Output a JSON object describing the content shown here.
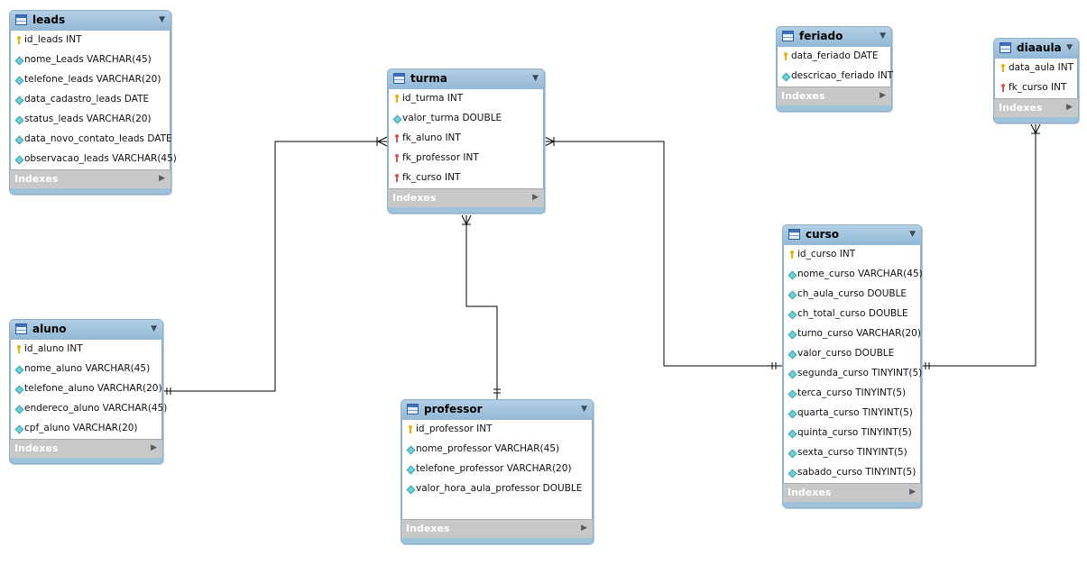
{
  "tables": {
    "leads": {
      "name": "leads",
      "columns": [
        {
          "label": "id_leads INT",
          "key": "pk"
        },
        {
          "label": "nome_Leads VARCHAR(45)",
          "key": "col"
        },
        {
          "label": "telefone_leads VARCHAR(20)",
          "key": "col"
        },
        {
          "label": "data_cadastro_leads DATE",
          "key": "col"
        },
        {
          "label": "status_leads VARCHAR(20)",
          "key": "col"
        },
        {
          "label": "data_novo_contato_leads DATE",
          "key": "col"
        },
        {
          "label": "observacao_leads VARCHAR(45)",
          "key": "col"
        }
      ],
      "indexes": "Indexes"
    },
    "turma": {
      "name": "turma",
      "columns": [
        {
          "label": "id_turma INT",
          "key": "pk"
        },
        {
          "label": "valor_turma DOUBLE",
          "key": "col"
        },
        {
          "label": "fk_aluno INT",
          "key": "fk"
        },
        {
          "label": "fk_professor INT",
          "key": "fk"
        },
        {
          "label": "fk_curso INT",
          "key": "fk"
        }
      ],
      "indexes": "Indexes"
    },
    "feriado": {
      "name": "feriado",
      "columns": [
        {
          "label": "data_feriado DATE",
          "key": "pk"
        },
        {
          "label": "descricao_feriado INT",
          "key": "col"
        }
      ],
      "indexes": "Indexes"
    },
    "diaaula": {
      "name": "diaaula",
      "columns": [
        {
          "label": "data_aula INT",
          "key": "pk"
        },
        {
          "label": "fk_curso INT",
          "key": "fk"
        }
      ],
      "indexes": "Indexes"
    },
    "aluno": {
      "name": "aluno",
      "columns": [
        {
          "label": "id_aluno INT",
          "key": "pk"
        },
        {
          "label": "nome_aluno VARCHAR(45)",
          "key": "col"
        },
        {
          "label": "telefone_aluno VARCHAR(20)",
          "key": "col"
        },
        {
          "label": "endereco_aluno VARCHAR(45)",
          "key": "col"
        },
        {
          "label": "cpf_aluno VARCHAR(20)",
          "key": "col"
        }
      ],
      "indexes": "Indexes"
    },
    "professor": {
      "name": "professor",
      "columns": [
        {
          "label": "id_professor INT",
          "key": "pk"
        },
        {
          "label": "nome_professor VARCHAR(45)",
          "key": "col"
        },
        {
          "label": "telefone_professor VARCHAR(20)",
          "key": "col"
        },
        {
          "label": "valor_hora_aula_professor DOUBLE",
          "key": "col"
        }
      ],
      "indexes": "Indexes"
    },
    "curso": {
      "name": "curso",
      "columns": [
        {
          "label": "id_curso INT",
          "key": "pk"
        },
        {
          "label": "nome_curso VARCHAR(45)",
          "key": "col"
        },
        {
          "label": "ch_aula_curso DOUBLE",
          "key": "col"
        },
        {
          "label": "ch_total_curso DOUBLE",
          "key": "col"
        },
        {
          "label": "turno_curso VARCHAR(20)",
          "key": "col"
        },
        {
          "label": "valor_curso DOUBLE",
          "key": "col"
        },
        {
          "label": "segunda_curso TINYINT(5)",
          "key": "col"
        },
        {
          "label": "terca_curso TINYINT(5)",
          "key": "col"
        },
        {
          "label": "quarta_curso TINYINT(5)",
          "key": "col"
        },
        {
          "label": "quinta_curso TINYINT(5)",
          "key": "col"
        },
        {
          "label": "sexta_curso TINYINT(5)",
          "key": "col"
        },
        {
          "label": "sabado_curso TINYINT(5)",
          "key": "col"
        }
      ],
      "indexes": "Indexes"
    }
  },
  "relationships": [
    {
      "from": "aluno",
      "to": "turma",
      "from_card": "one",
      "to_card": "many"
    },
    {
      "from": "professor",
      "to": "turma",
      "from_card": "one",
      "to_card": "many"
    },
    {
      "from": "curso",
      "to": "turma",
      "from_card": "one",
      "to_card": "many"
    },
    {
      "from": "curso",
      "to": "diaaula",
      "from_card": "one",
      "to_card": "many"
    }
  ],
  "colors": {
    "header": "#9fc2db",
    "indexes_bar": "#c8c8c8",
    "pk_key": "#e5b400",
    "fk_key": "#d9534f",
    "column_diamond": "#6fd0d6",
    "connector": "#000000"
  }
}
